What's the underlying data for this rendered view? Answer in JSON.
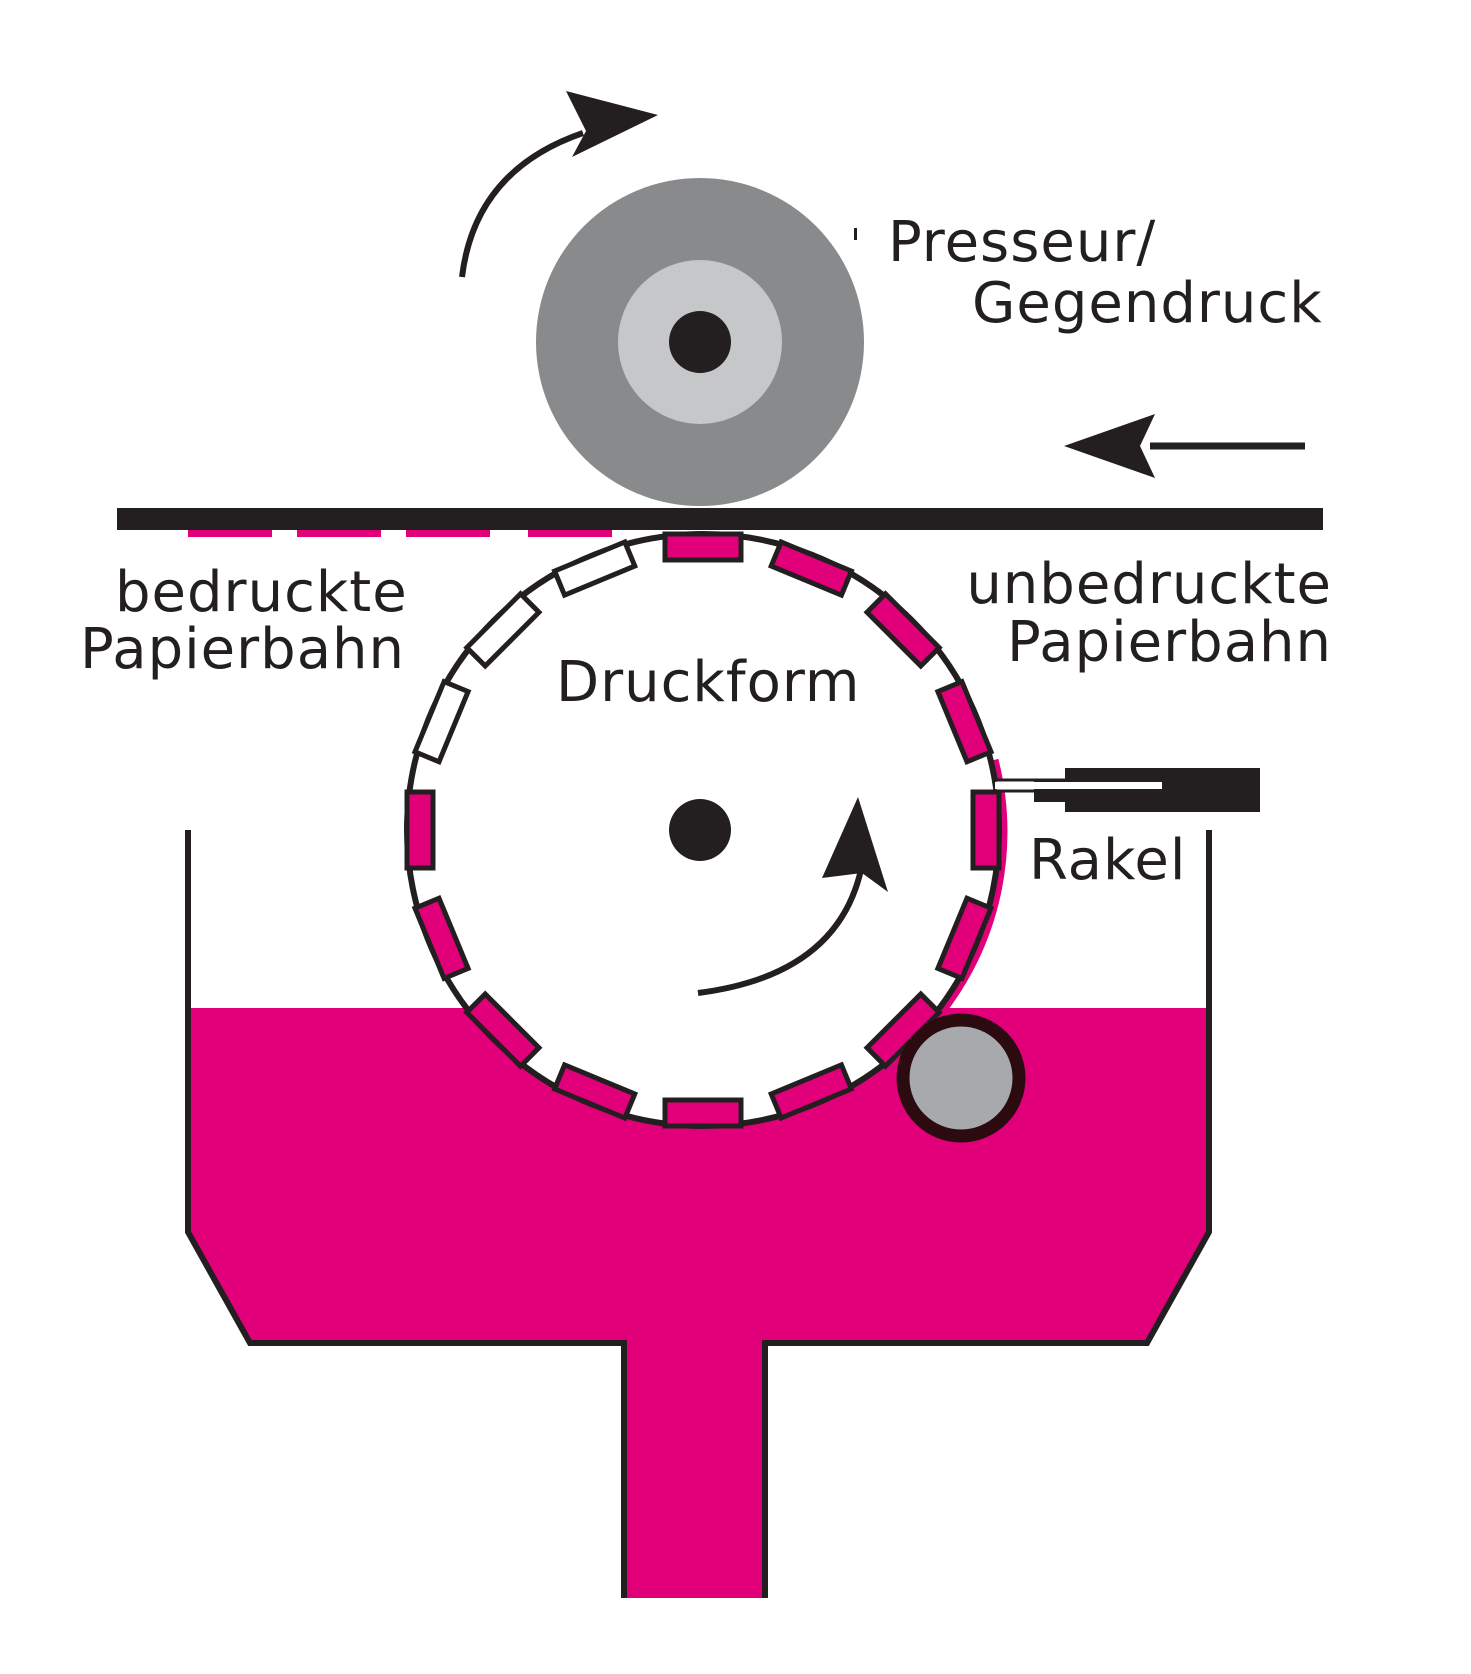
{
  "labels": {
    "presseur_line1": "Presseur/",
    "presseur_line2": "Gegendruck",
    "printed_line1": "bedruckte",
    "printed_line2": "Papierbahn",
    "unprinted_line1": "unbedruckte",
    "unprinted_line2": "Papierbahn",
    "druckform": "Druckform",
    "rakel": "Rakel"
  },
  "colors": {
    "ink": "#e2007a",
    "black": "#231f20",
    "roller_outer": "#898a8c",
    "roller_inner": "#c6c7c8",
    "small_roller": "#a7a9ac"
  }
}
